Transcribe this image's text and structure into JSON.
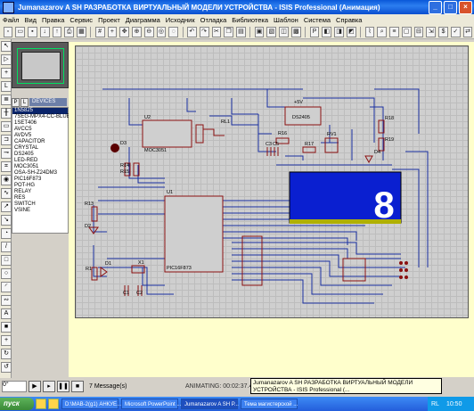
{
  "window": {
    "title": "Jumanazarov A SH РАЗРАБОТКА ВИРТУАЛЬНЫЙ МОДЕЛИ УСТРОЙСТВА - ISIS Professional (Анимация)"
  },
  "menu": [
    "Файл",
    "Вид",
    "Правка",
    "Сервис",
    "Проект",
    "Диаграмма",
    "Исходник",
    "Отладка",
    "Библиотека",
    "Шаблон",
    "Система",
    "Справка"
  ],
  "toolbar_icons": [
    "new-icon",
    "open-icon",
    "save-icon",
    "import-icon",
    "export-icon",
    "print-icon",
    "area-icon",
    "grid-icon",
    "origin-icon",
    "pan-icon",
    "zoom-in-icon",
    "zoom-out-icon",
    "zoom-all-icon",
    "zoom-area-icon",
    "undo-icon",
    "redo-icon",
    "cut-icon",
    "copy-icon",
    "paste-icon",
    "block-copy-icon",
    "block-move-icon",
    "block-rotate-icon",
    "block-delete-icon",
    "pick-icon",
    "make-device-icon",
    "package-icon",
    "decompose-icon",
    "wire-autoroute-icon",
    "search-icon",
    "property-icon",
    "new-sheet-icon",
    "remove-sheet-icon",
    "zoom-child-icon",
    "bom-icon",
    "erc-icon",
    "netlist-icon"
  ],
  "left_tools": [
    "select-icon",
    "component-icon",
    "junction-icon",
    "wire-label-icon",
    "text-script-icon",
    "bus-icon",
    "subcircuit-icon",
    "terminal-icon",
    "pin-icon",
    "graph-icon",
    "tape-icon",
    "generator-icon",
    "probe-voltage-icon",
    "probe-current-icon",
    "instrument-icon",
    "line-icon",
    "box-icon",
    "circle-icon",
    "arc-icon",
    "path-icon",
    "text-icon",
    "symbol-icon",
    "marker-icon",
    "rotate-cw-icon",
    "rotate-ccw-icon",
    "mirror-x-icon",
    "mirror-y-icon"
  ],
  "devices": {
    "tab_p": "P",
    "tab_l": "L",
    "title": "DEVICES",
    "selected": "1N5825",
    "items": [
      "1N5825",
      "7SEG-MPX4-CC-BLUE",
      "1SET406",
      "AVCC5",
      "AVDV5",
      "CAPACITOR",
      "CRYSTAL",
      "DS2405",
      "LED-RED",
      "MOC3051",
      "OSA-SH-Z24DM3",
      "PIC16F873",
      "POT-HG",
      "RELAY",
      "RES",
      "SWITCH",
      "VSINE"
    ]
  },
  "schematic": {
    "labels": {
      "u2": "U2",
      "moc": "MOC3051",
      "d3": "D3",
      "rl1": "RL1",
      "u1": "U1",
      "r13": "R13",
      "r14": "R14",
      "r15": "R15",
      "r16": "R16",
      "r17": "R17",
      "r18": "R18",
      "r19": "R19",
      "rv1": "RV1",
      "d1": "D1",
      "d2": "D2",
      "d4": "D4",
      "r1": "R1",
      "x1": "X1",
      "c1": "C1",
      "c2": "C2",
      "c3": "C3",
      "c5": "C5",
      "p5v": "+5V",
      "ds": "DS2405",
      "seg_digit": "8",
      "pic": "PIC16F873"
    }
  },
  "status": {
    "rotation": "0°",
    "messages": "7 Message(s)",
    "animating": "ANIMATING: 00:02:37.466724"
  },
  "tooltip": "Jumanazarov A SH РАЗРАБОТКА ВИРТУАЛЬНЫЙ МОДЕЛИ УСТРОЙСТВА - ISIS Professional (...",
  "taskbar": {
    "start": "пуск",
    "tasks": [
      "D:\\MAB-2(g1) АНКУЕ...",
      "Microsoft PowerPoint ...",
      "Jumanazarov A SH P...",
      "Тема магистерской ..."
    ],
    "lang": "RL",
    "time": "10:50"
  },
  "colors": {
    "canvas": "#ffffcc",
    "sheet": "#cfcfcf",
    "wire": "#1a2fa0",
    "component": "#8b1010",
    "display": "#0a1fd0",
    "title_bar": "#0a58d8"
  }
}
